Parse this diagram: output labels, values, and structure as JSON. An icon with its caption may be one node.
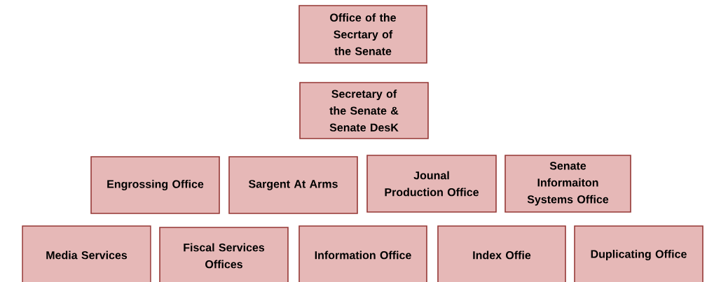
{
  "diagram": {
    "nodes": [
      {
        "text": [
          "Office of the Secrtary of the Senate"
        ]
      },
      {
        "text": [
          "Secretary of the Senate & Senate DesK"
        ]
      },
      {
        "text": [
          "Engrossing Office"
        ]
      },
      {
        "text": [
          "Sargent At Arms"
        ]
      },
      {
        "text": [
          "Jounal Production Office"
        ]
      },
      {
        "text": [
          "Senate Informaiton Systems Office"
        ]
      },
      {
        "text": [
          "Media Services"
        ]
      },
      {
        "text": [
          "Fiscal Services Offices"
        ]
      },
      {
        "text": [
          "Information Office"
        ]
      },
      {
        "text": [
          "Index Offie"
        ]
      },
      {
        "text": [
          "Duplicating Office"
        ]
      }
    ]
  }
}
